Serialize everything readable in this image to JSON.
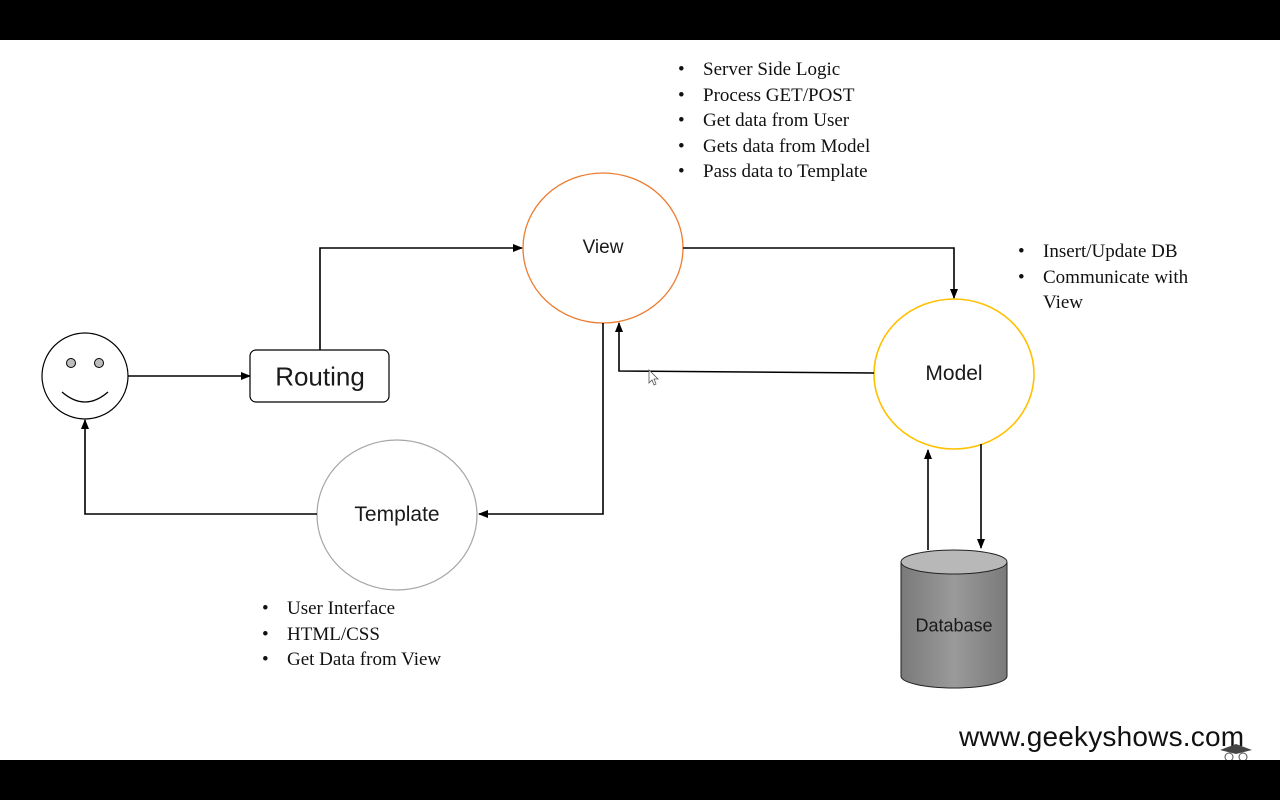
{
  "nodes": {
    "view": "View",
    "routing": "Routing",
    "model": "Model",
    "template": "Template",
    "database": "Database"
  },
  "notes": {
    "view": [
      "Server Side Logic",
      "Process GET/POST",
      "Get data from User",
      "Gets data from Model",
      "Pass data to Template"
    ],
    "model": [
      "Insert/Update DB",
      "Communicate with View"
    ],
    "template": [
      "User Interface",
      "HTML/CSS",
      "Get Data from View"
    ]
  },
  "watermark": "www.geekyshows.com",
  "colors": {
    "view_circle": "#ED7D31",
    "model_circle": "#FFC000",
    "template_circle": "#A6A6A6",
    "database_fill": "#8C8C8C",
    "arrows": "#000000"
  }
}
